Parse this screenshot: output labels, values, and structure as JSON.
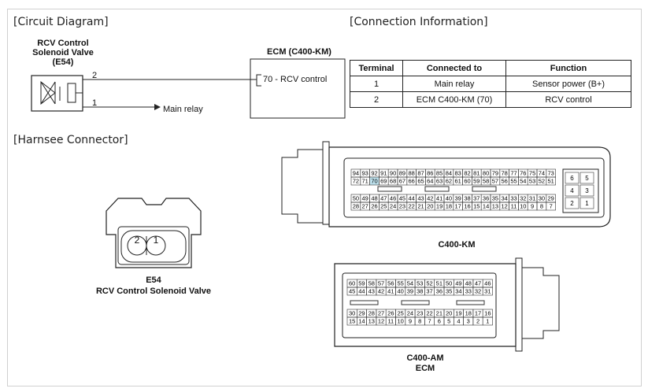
{
  "sections": {
    "circuit": "[Circuit Diagram]",
    "connection": "[Connection Information]",
    "harness": "[Harnsee Connector]"
  },
  "valve": {
    "line1": "RCV Control",
    "line2": "Solenoid Valve",
    "line3": "(E54)"
  },
  "pins": {
    "p2": "2",
    "p1": "1"
  },
  "main_relay": "Main relay",
  "ecm": {
    "title": "ECM (C400-KM)",
    "pin_label": "70 - RCV control"
  },
  "table": {
    "headers": [
      "Terminal",
      "Connected to",
      "Function"
    ],
    "rows": [
      [
        "1",
        "Main relay",
        "Sensor power (B+)"
      ],
      [
        "2",
        "ECM C400-KM (70)",
        "RCV control"
      ]
    ]
  },
  "e54": {
    "pin2": "2",
    "pin1": "1",
    "name": "E54",
    "desc": "RCV Control Solenoid Valve"
  },
  "c400km": {
    "name": "C400-KM",
    "row1": [
      "94",
      "93",
      "92",
      "91",
      "90",
      "89",
      "88",
      "87",
      "86",
      "85",
      "84",
      "83",
      "82",
      "81",
      "80",
      "79",
      "78",
      "77",
      "76",
      "75",
      "74",
      "73"
    ],
    "row2": [
      "72",
      "71",
      "70",
      "69",
      "68",
      "67",
      "66",
      "65",
      "64",
      "63",
      "62",
      "61",
      "60",
      "59",
      "58",
      "57",
      "56",
      "55",
      "54",
      "53",
      "52",
      "51"
    ],
    "row3": [
      "50",
      "49",
      "48",
      "47",
      "46",
      "45",
      "44",
      "43",
      "42",
      "41",
      "40",
      "39",
      "38",
      "37",
      "36",
      "35",
      "34",
      "33",
      "32",
      "31",
      "30",
      "29"
    ],
    "row4": [
      "28",
      "27",
      "26",
      "25",
      "24",
      "23",
      "22",
      "21",
      "20",
      "19",
      "18",
      "17",
      "16",
      "15",
      "14",
      "13",
      "12",
      "11",
      "10",
      "9",
      "8",
      "7"
    ],
    "side": [
      "6",
      "5",
      "4",
      "3",
      "2",
      "1"
    ]
  },
  "c400am": {
    "name": "C400-AM",
    "sub": "ECM",
    "row1": [
      "60",
      "59",
      "58",
      "57",
      "56",
      "55",
      "54",
      "53",
      "52",
      "51",
      "50",
      "49",
      "48",
      "47",
      "46"
    ],
    "row2": [
      "45",
      "44",
      "43",
      "42",
      "41",
      "40",
      "39",
      "38",
      "37",
      "36",
      "35",
      "34",
      "33",
      "32",
      "31"
    ],
    "row3": [
      "30",
      "29",
      "28",
      "27",
      "26",
      "25",
      "24",
      "23",
      "22",
      "21",
      "20",
      "19",
      "18",
      "17",
      "16"
    ],
    "row4": [
      "15",
      "14",
      "13",
      "12",
      "11",
      "10",
      "9",
      "8",
      "7",
      "6",
      "5",
      "4",
      "3",
      "2",
      "1"
    ]
  }
}
